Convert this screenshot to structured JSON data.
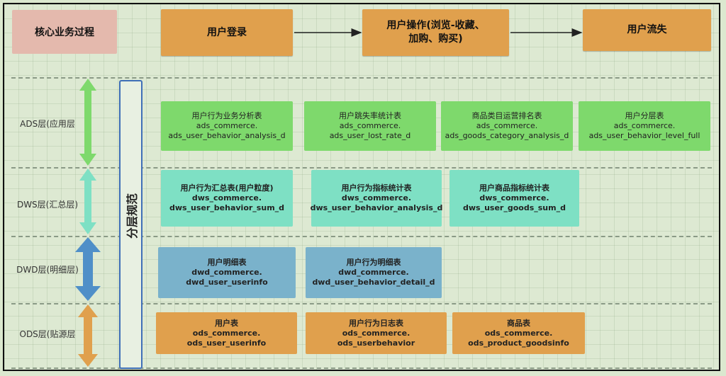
{
  "header": {
    "core_label": "核心业务过程",
    "steps": [
      {
        "line1": "用户登录",
        "line2": ""
      },
      {
        "line1": "用户操作(浏览-收藏、",
        "line2": "加购、购买)"
      },
      {
        "line1": "用户流失",
        "line2": ""
      }
    ]
  },
  "spec_label": "分层规范",
  "layers": {
    "ads": {
      "label": "ADS层(应用层",
      "color": "#7ed96c",
      "tables": [
        {
          "name": "用户行为业务分析表",
          "schema": "ads_commerce.",
          "table": "ads_user_behavior_analysis_d"
        },
        {
          "name": "用户跳失率统计表",
          "schema": "ads_commerce.",
          "table": "ads_user_lost_rate_d"
        },
        {
          "name": "商品类目运营排名表",
          "schema": "ads_commerce.",
          "table": "ads_goods_category_analysis_d"
        },
        {
          "name": "用户分层表",
          "schema": "ads_commerce.",
          "table": "ads_user_behavior_level_full"
        }
      ]
    },
    "dws": {
      "label": "DWS层(汇总层)",
      "color": "#7ee0c4",
      "tables": [
        {
          "name": "用户行为汇总表(用户粒度)",
          "schema": "dws_commerce.",
          "table": "dws_user_behavior_sum_d"
        },
        {
          "name": "用户行为指标统计表",
          "schema": "dws_commerce.",
          "table": "dws_user_behavior_analysis_d"
        },
        {
          "name": "用户商品指标统计表",
          "schema": "dws_commerce.",
          "table": "dws_user_goods_sum_d"
        }
      ]
    },
    "dwd": {
      "label": "DWD层(明细层)",
      "color": "#7ab2cb",
      "tables": [
        {
          "name": "用户明细表",
          "schema": "dwd_commerce.",
          "table": "dwd_user_userinfo"
        },
        {
          "name": "用户行为明细表",
          "schema": "dwd_commerce.",
          "table": "dwd_user_behavior_detail_d"
        }
      ]
    },
    "ods": {
      "label": "ODS层(贴源层",
      "color": "#e0a04d",
      "tables": [
        {
          "name": "用户表",
          "schema": "ods_commerce.",
          "table": "ods_user_userinfo"
        },
        {
          "name": "用户行为日志表",
          "schema": "ods_commerce.",
          "table": "ods_userbehavior"
        },
        {
          "name": "商品表",
          "schema": "ods_commerce.",
          "table": "ods_product_goodsinfo"
        }
      ]
    }
  }
}
